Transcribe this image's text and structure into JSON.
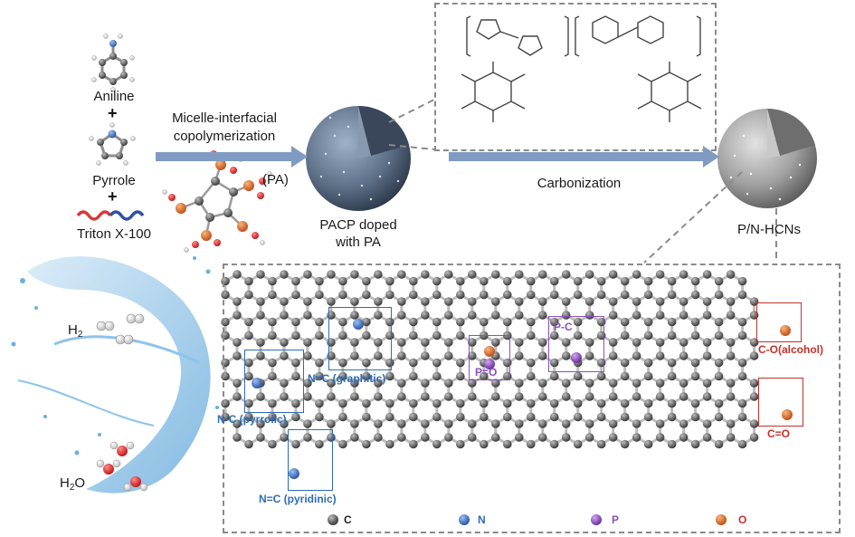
{
  "reactants": {
    "aniline": "Aniline",
    "pyrrole": "Pyrrole",
    "triton": "Triton X-100",
    "plus": "+",
    "pa": "(PA)"
  },
  "steps": {
    "step1_line1": "Micelle-interfacial",
    "step1_line2": "copolymerization",
    "step2": "Carbonization"
  },
  "products": {
    "pacp_line1": "PACP doped",
    "pacp_line2": "with PA",
    "final": "P/N-HCNs"
  },
  "gases": {
    "h2_main": "H",
    "h2_sub": "2",
    "h2o_main": "H",
    "h2o_sub": "2",
    "h2o_tail": "O"
  },
  "sites": {
    "graphitic": "N=C (graphitic)",
    "pyrrolic": "N-C (pyrrolic)",
    "pyridinic": "N=C (pyridinic)",
    "po": "P=O",
    "pc": "P-C",
    "alcohol": "C-O(alcohol)",
    "co": "C=O"
  },
  "legend": [
    {
      "symbol": "C",
      "color": "#555555"
    },
    {
      "symbol": "N",
      "color": "#3f6fc4"
    },
    {
      "symbol": "P",
      "color": "#8a4fc0"
    },
    {
      "symbol": "O",
      "color": "#e0742a"
    }
  ],
  "colors": {
    "arrow": "#7f9bc3",
    "nitrogen_box": "#2e6db5",
    "phosphorus_box": "#8a4fc0",
    "oxygen_box": "#c4322a"
  }
}
